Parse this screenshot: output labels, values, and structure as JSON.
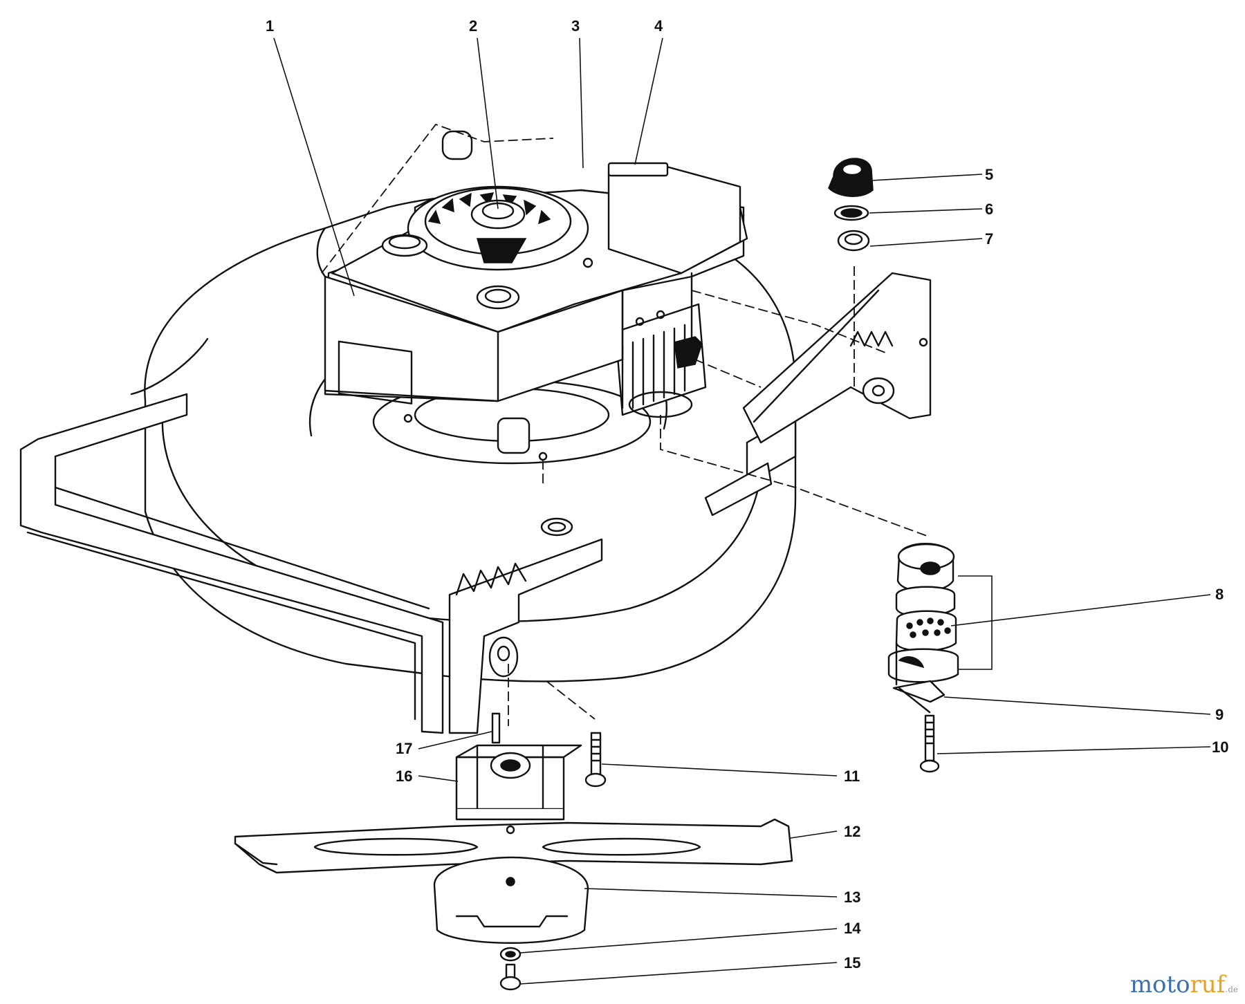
{
  "watermark": {
    "part1": "moto",
    "part2": "ruf",
    "part3": "",
    "suffix": ".de"
  },
  "callouts": [
    "1",
    "2",
    "3",
    "4",
    "5",
    "6",
    "7",
    "8",
    "9",
    "10",
    "11",
    "12",
    "13",
    "14",
    "15",
    "16",
    "17"
  ],
  "colors": {
    "ink": "#111111",
    "paper": "#ffffff",
    "wm_blue": "#3b6fb0",
    "wm_orange": "#e8a21e"
  }
}
